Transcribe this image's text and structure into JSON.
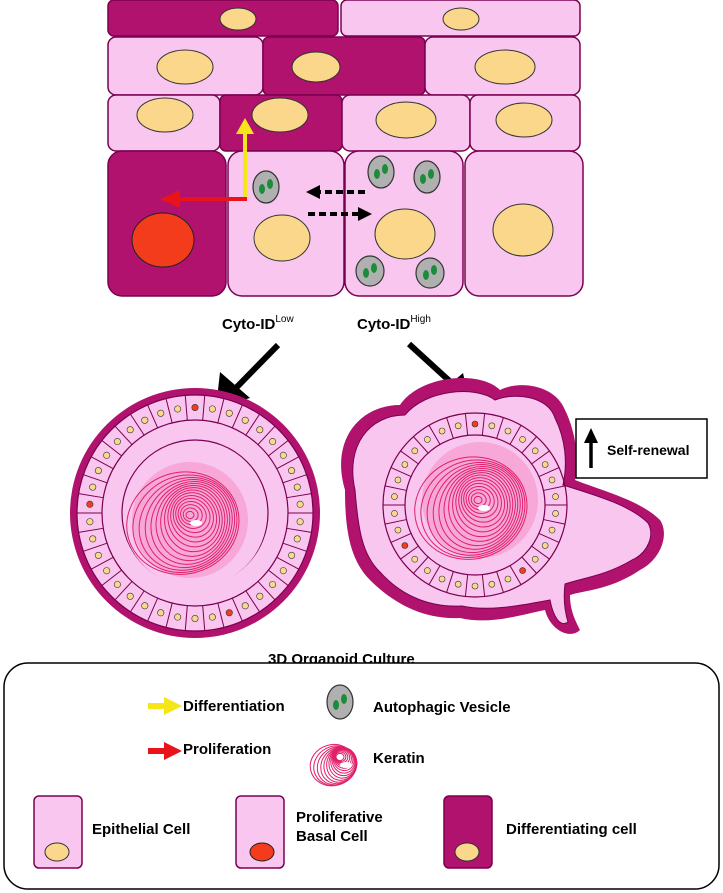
{
  "labels": {
    "cyto_low_main": "Cyto-ID",
    "cyto_low_sup": "Low",
    "cyto_high_main": "Cyto-ID",
    "cyto_high_sup": "High",
    "organoid_title": "3D Organoid Culture",
    "self_renewal": "Self-renewal"
  },
  "legend": {
    "differentiation": "Differentiation",
    "proliferation": "Proliferation",
    "autophagic_vesicle": "Autophagic Vesicle",
    "keratin": "Keratin",
    "epithelial_cell": "Epithelial Cell",
    "proliferative_basal_line1": "Proliferative",
    "proliferative_basal_line2": "Basal Cell",
    "differentiating_cell": "Differentiating cell"
  },
  "colors": {
    "light_cell": "#f9c6f0",
    "dark_cell": "#b0126d",
    "cell_border": "#7a0050",
    "nucleus": "#fbd78c",
    "nucleus_red": "#f23c1c",
    "vesicle_gray": "#b0b0b0",
    "vesicle_green": "#1a8c3a",
    "keratin": "#e0206a",
    "arrow_yellow": "#f5e61a",
    "arrow_red": "#e8141a"
  }
}
